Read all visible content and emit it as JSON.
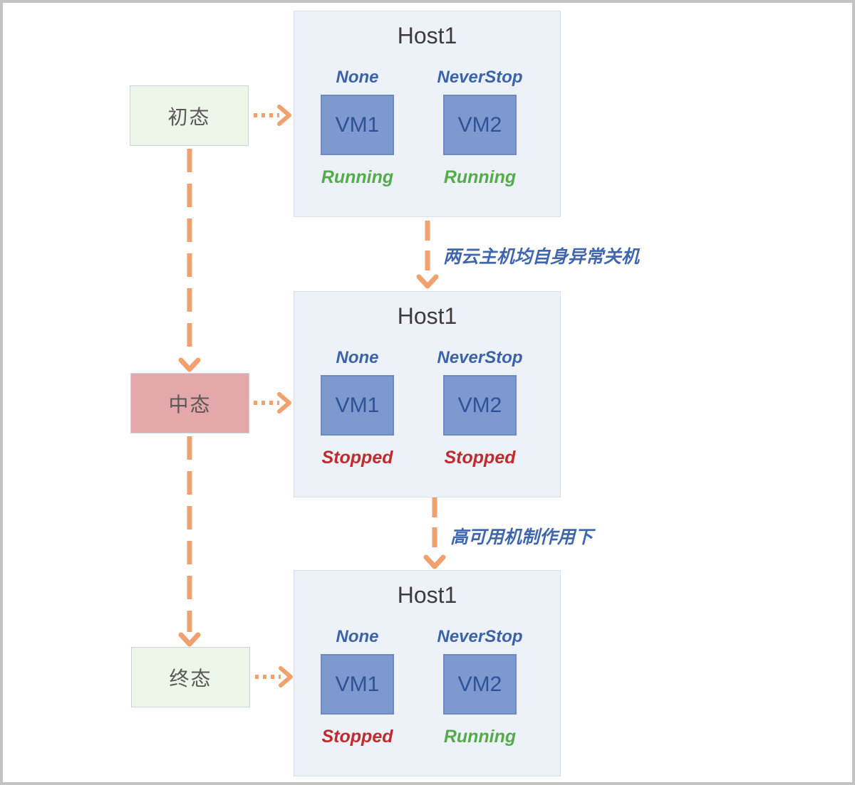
{
  "states": [
    {
      "label": "初态",
      "bg": "#eef5e9",
      "border": "#c9d5de"
    },
    {
      "label": "中态",
      "bg": "#e4a7aa",
      "border": "#ccd6e2"
    },
    {
      "label": "终态",
      "bg": "#eef5e9",
      "border": "#c9d5de"
    }
  ],
  "hosts": [
    {
      "title": "Host1",
      "vms": [
        {
          "policy": "None",
          "name": "VM1",
          "status": "Running",
          "status_color": "#55ab4c"
        },
        {
          "policy": "NeverStop",
          "name": "VM2",
          "status": "Running",
          "status_color": "#55ab4c"
        }
      ]
    },
    {
      "title": "Host1",
      "vms": [
        {
          "policy": "None",
          "name": "VM1",
          "status": "Stopped",
          "status_color": "#c02b2e"
        },
        {
          "policy": "NeverStop",
          "name": "VM2",
          "status": "Stopped",
          "status_color": "#c02b2e"
        }
      ]
    },
    {
      "title": "Host1",
      "vms": [
        {
          "policy": "None",
          "name": "VM1",
          "status": "Stopped",
          "status_color": "#c02b2e"
        },
        {
          "policy": "NeverStop",
          "name": "VM2",
          "status": "Running",
          "status_color": "#55ab4c"
        }
      ]
    }
  ],
  "transitions": [
    {
      "label": "两云主机均自身异常关机"
    },
    {
      "label": "高可用机制作用下"
    }
  ],
  "colors": {
    "arrow": "#f0a16e",
    "running": "#55ab4c",
    "stopped": "#c02b2e",
    "policy-text": "#3a63a9",
    "vm-fill": "#7e99cf",
    "vm-border": "#6e8ac1",
    "vm-text": "#2e5296",
    "host-bg": "#edf1f8",
    "host-border": "#d9dfec",
    "state-text": "#595959",
    "transition-text": "#4066ad",
    "frame-border": "#c3c3c3"
  }
}
